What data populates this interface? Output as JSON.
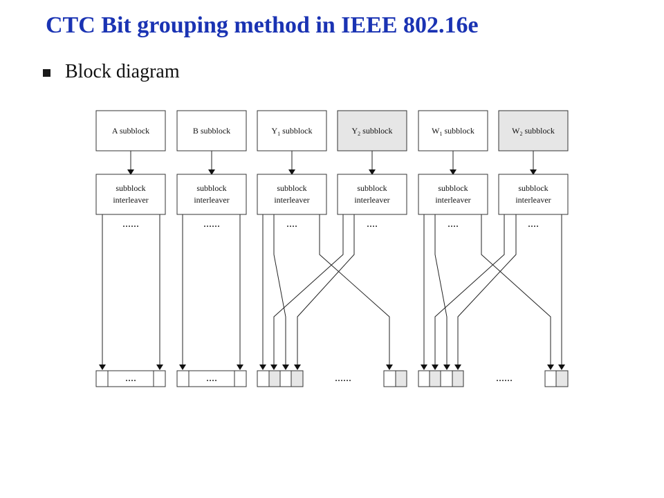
{
  "slide": {
    "title": "CTC Bit grouping method in IEEE 802.16e",
    "bullet": "Block diagram"
  },
  "diagram": {
    "subblocks": [
      {
        "id": "A",
        "base": "A",
        "sub": "",
        "suffix": " subblock",
        "shaded": false
      },
      {
        "id": "B",
        "base": "B",
        "sub": "",
        "suffix": " subblock",
        "shaded": false
      },
      {
        "id": "Y1",
        "base": "Y",
        "sub": "1",
        "suffix": " subblock",
        "shaded": false
      },
      {
        "id": "Y2",
        "base": "Y",
        "sub": "2",
        "suffix": " subblock",
        "shaded": true
      },
      {
        "id": "W1",
        "base": "W",
        "sub": "1",
        "suffix": " subblock",
        "shaded": false
      },
      {
        "id": "W2",
        "base": "W",
        "sub": "2",
        "suffix": " subblock",
        "shaded": true
      }
    ],
    "interleaver_label": [
      "subblock",
      "interleaver"
    ],
    "output_dots_A_B": "......",
    "output_dots_Y_W": "....",
    "cell_dots": "....",
    "group_gap_dots": "......",
    "colors": {
      "title": "#1a33b3",
      "shaded_fill": "#e6e6e6",
      "line": "#222222"
    }
  }
}
